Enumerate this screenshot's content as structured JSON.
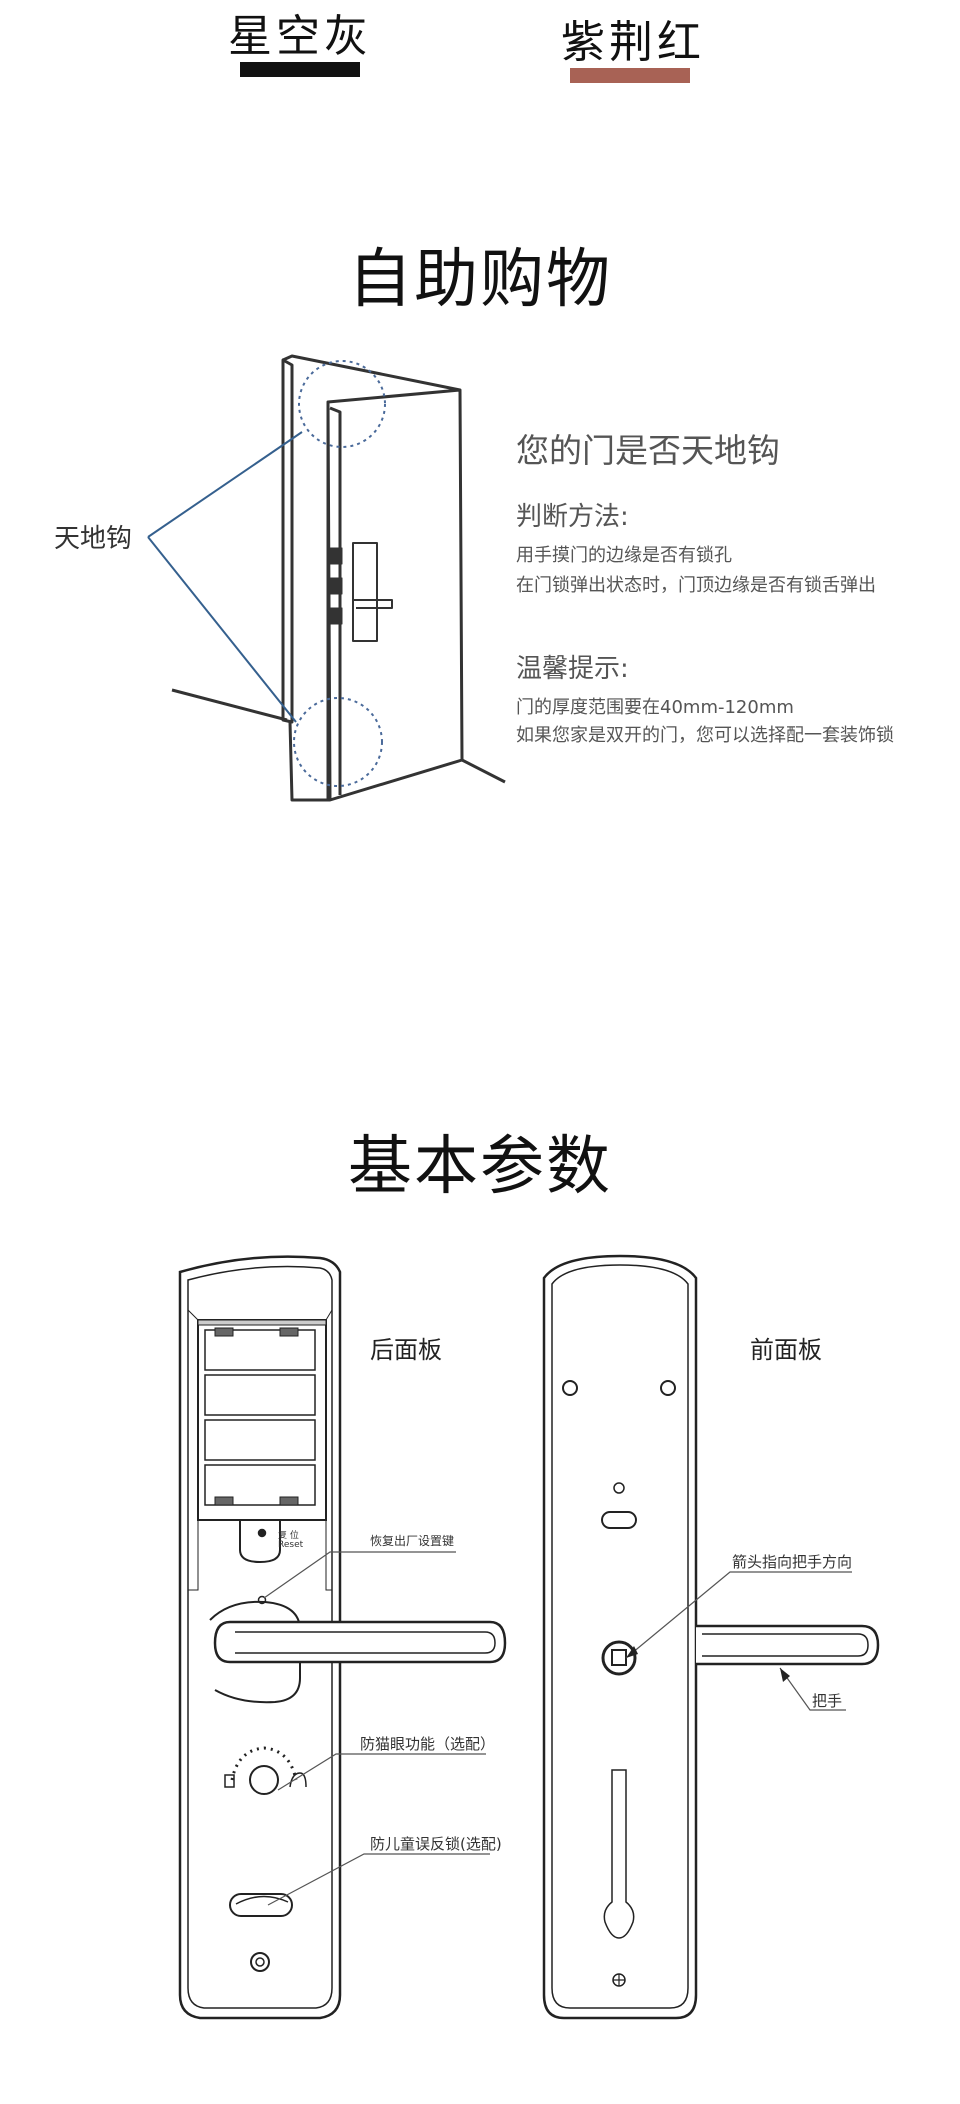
{
  "colors": {
    "options": [
      {
        "label": "星空灰",
        "swatch": "#111111"
      },
      {
        "label": "紫荆红",
        "swatch": "#a86255"
      }
    ]
  },
  "shopping": {
    "title": "自助购物",
    "callout": "天地钩",
    "check_title": "您的门是否天地钩",
    "method_head": "判断方法:",
    "method_lines": [
      "用手摸门的边缘是否有锁孔",
      "在门锁弹出状态时，门顶边缘是否有锁舌弹出"
    ],
    "tip_head": "温馨提示:",
    "tip_lines": [
      "门的厚度范围要在40mm-120mm",
      "如果您家是双开的门，您可以选择配一套装饰锁"
    ]
  },
  "params": {
    "title": "基本参数",
    "back_panel": {
      "label": "后面板",
      "reset_note": "恢复出厂设置键",
      "reset_cn": "复 位",
      "reset_en": "Reset",
      "peephole": "防猫眼功能（选配）",
      "child_lock": "防儿童误反锁(选配)"
    },
    "front_panel": {
      "label": "前面板",
      "arrow_note": "箭头指向把手方向",
      "handle": "把手"
    }
  }
}
